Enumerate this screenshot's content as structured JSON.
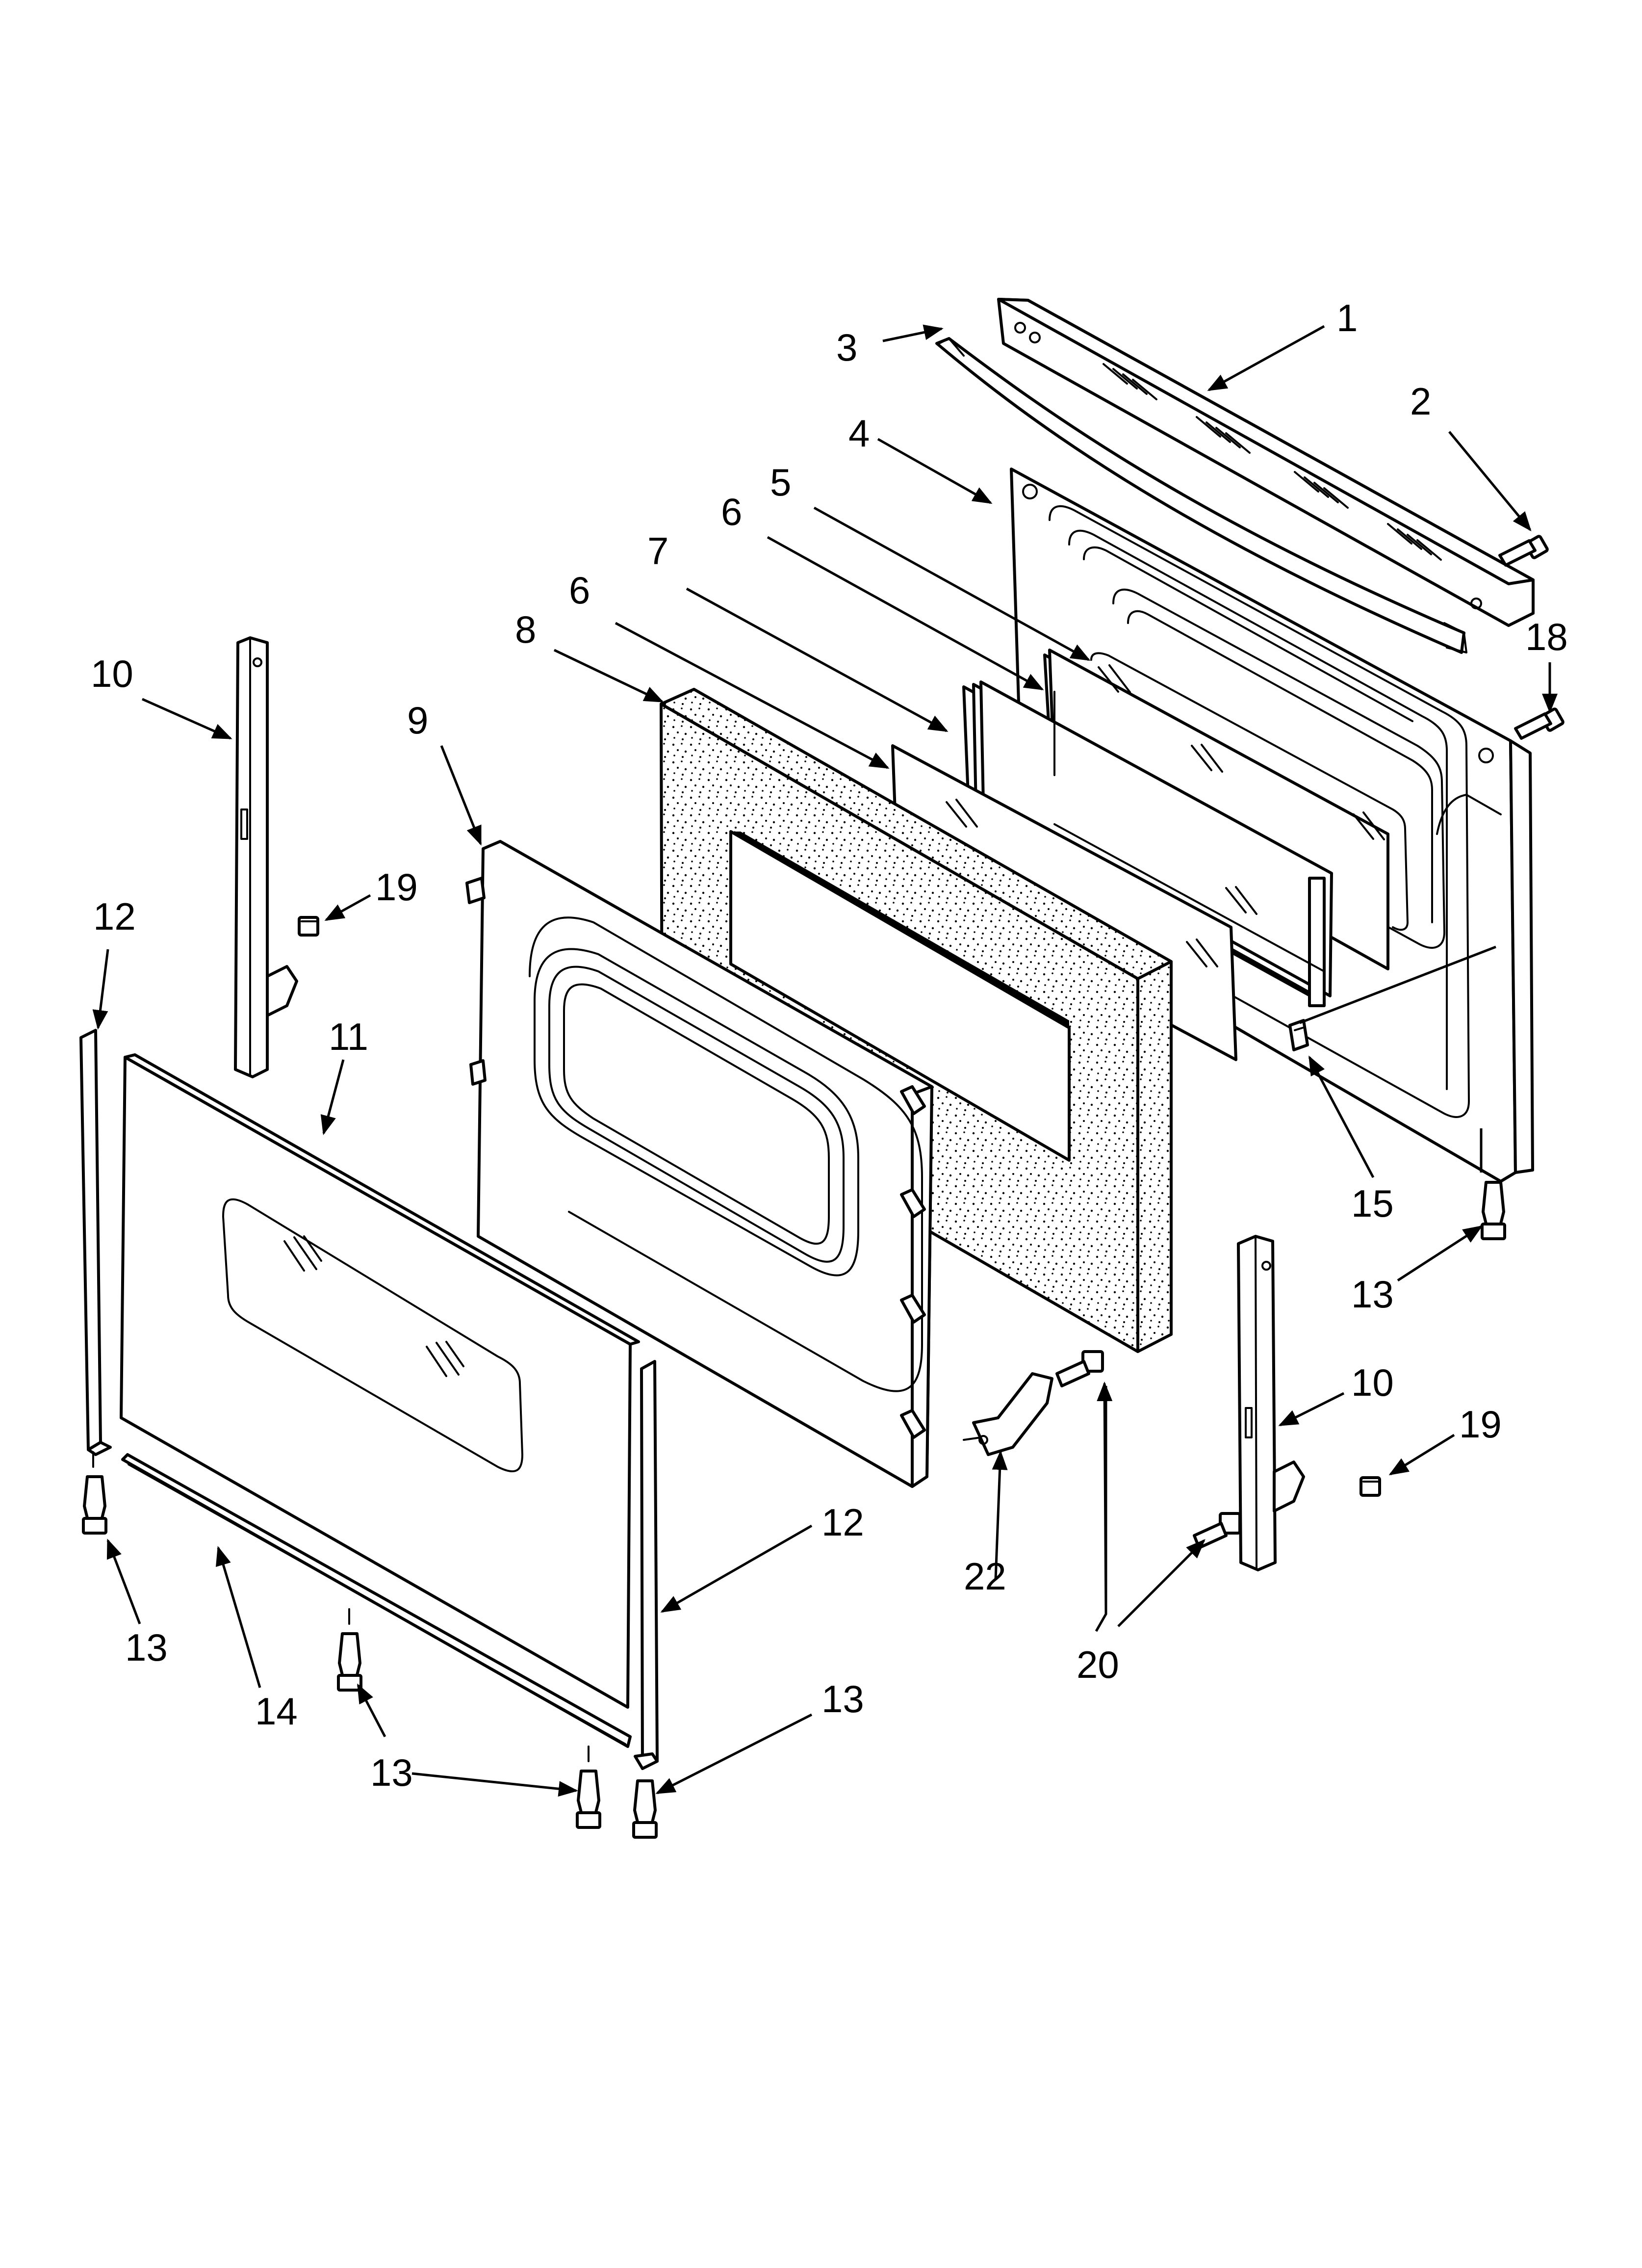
{
  "diagram": {
    "background": "#ffffff",
    "line_color": "#000000",
    "callouts": [
      {
        "id": "c1",
        "label": "1"
      },
      {
        "id": "c2",
        "label": "2"
      },
      {
        "id": "c3",
        "label": "3"
      },
      {
        "id": "c4",
        "label": "4"
      },
      {
        "id": "c5",
        "label": "5"
      },
      {
        "id": "c6a",
        "label": "6"
      },
      {
        "id": "c6b",
        "label": "6"
      },
      {
        "id": "c7",
        "label": "7"
      },
      {
        "id": "c8",
        "label": "8"
      },
      {
        "id": "c9",
        "label": "9"
      },
      {
        "id": "c10a",
        "label": "10"
      },
      {
        "id": "c10b",
        "label": "10"
      },
      {
        "id": "c11",
        "label": "11"
      },
      {
        "id": "c12a",
        "label": "12"
      },
      {
        "id": "c12b",
        "label": "12"
      },
      {
        "id": "c13a",
        "label": "13"
      },
      {
        "id": "c13b",
        "label": "13"
      },
      {
        "id": "c13c",
        "label": "13"
      },
      {
        "id": "c13d",
        "label": "13"
      },
      {
        "id": "c14",
        "label": "14"
      },
      {
        "id": "c15",
        "label": "15"
      },
      {
        "id": "c18",
        "label": "18"
      },
      {
        "id": "c19a",
        "label": "19"
      },
      {
        "id": "c19b",
        "label": "19"
      },
      {
        "id": "c20",
        "label": "20"
      },
      {
        "id": "c22",
        "label": "22"
      }
    ]
  }
}
